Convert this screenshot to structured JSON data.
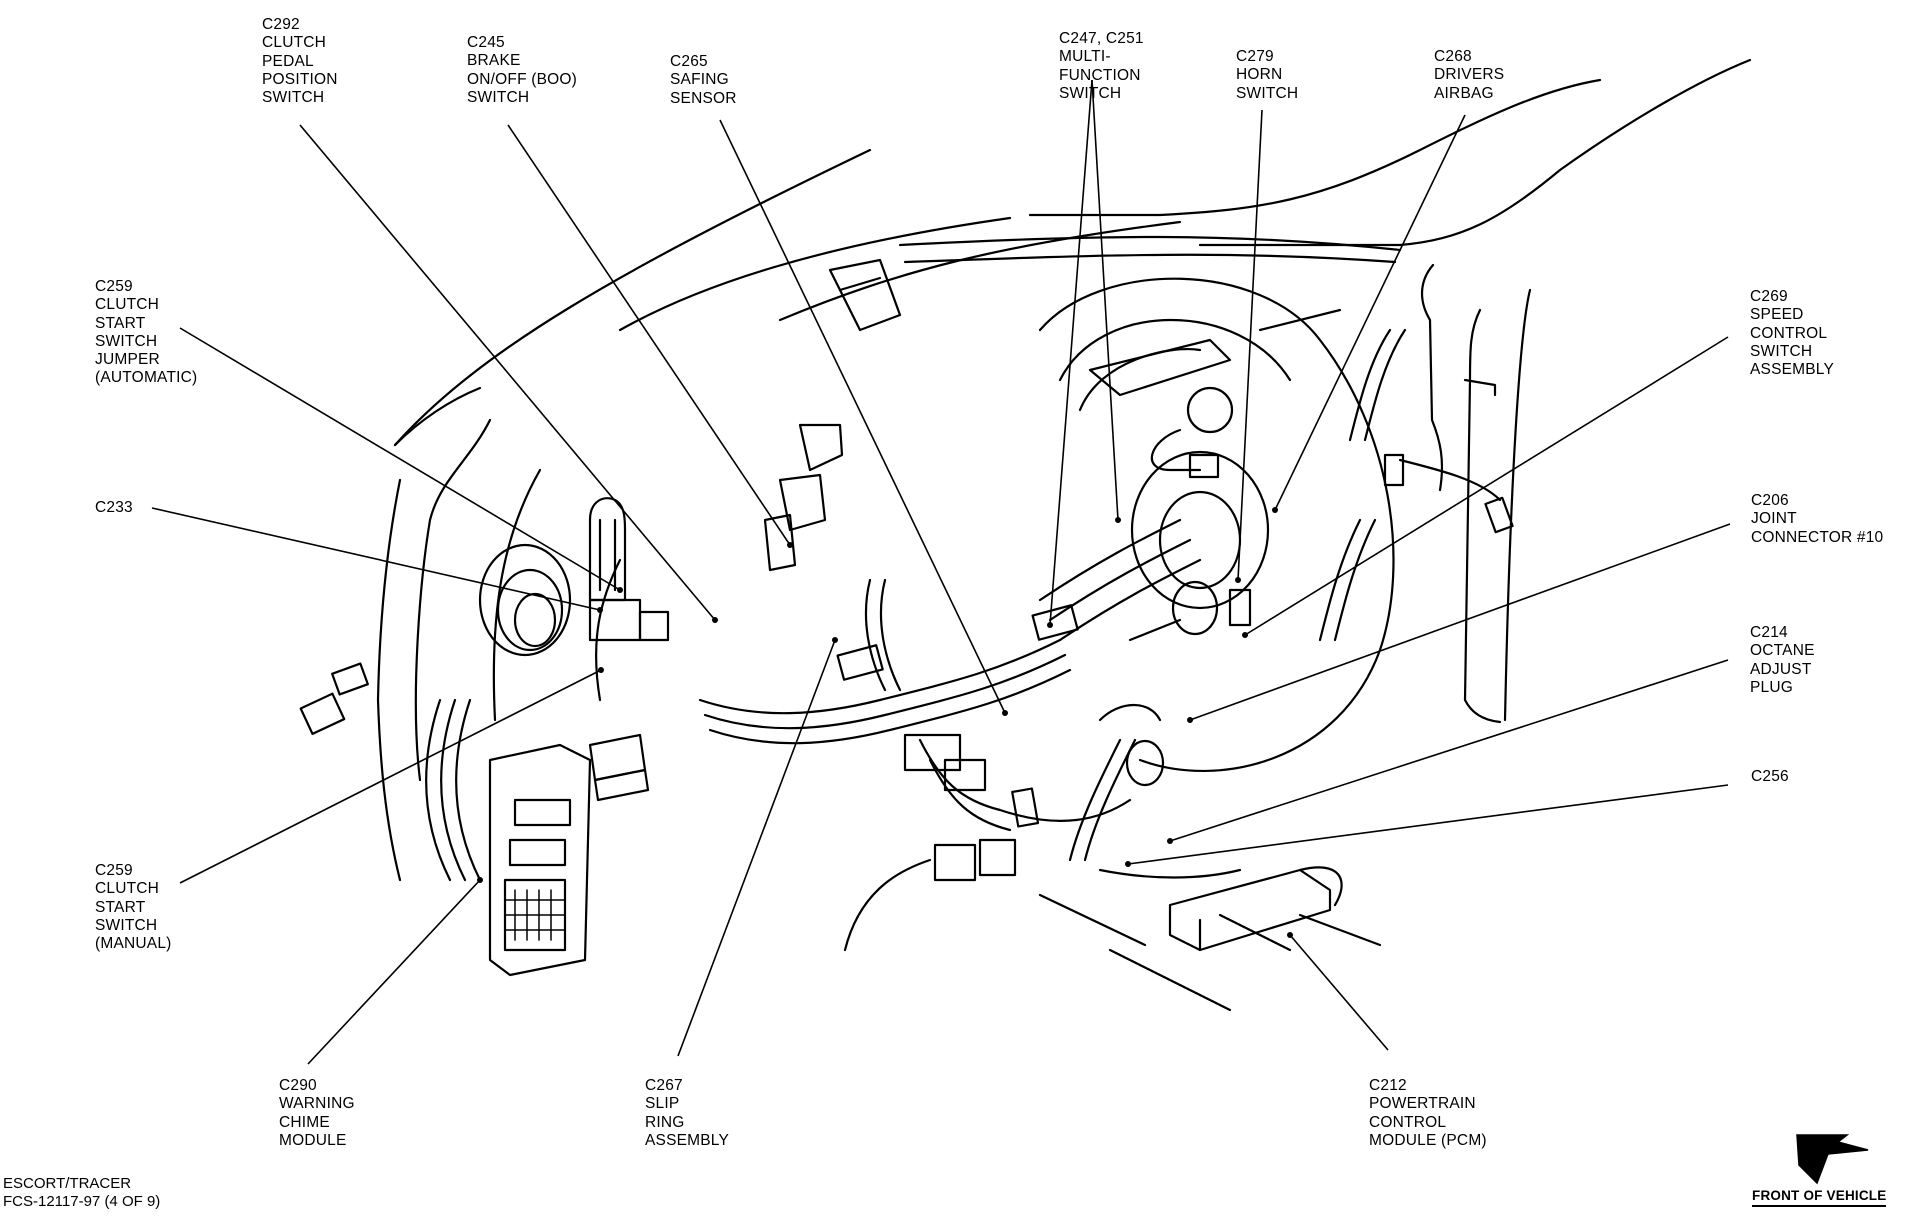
{
  "diagram": {
    "type": "component-location-diagram",
    "subject": "Instrument panel wiring harness connectors",
    "callouts": [
      {
        "id": "C292",
        "lines": [
          "C292",
          "CLUTCH",
          "PEDAL",
          "POSITION",
          "SWITCH"
        ]
      },
      {
        "id": "C245",
        "lines": [
          "C245",
          "BRAKE",
          "ON/OFF (BOO)",
          "SWITCH"
        ]
      },
      {
        "id": "C265",
        "lines": [
          "C265",
          "SAFING",
          "SENSOR"
        ]
      },
      {
        "id": "C247_C251",
        "lines": [
          "C247, C251",
          "MULTI-",
          "FUNCTION",
          "SWITCH"
        ]
      },
      {
        "id": "C279",
        "lines": [
          "C279",
          "HORN",
          "SWITCH"
        ]
      },
      {
        "id": "C268",
        "lines": [
          "C268",
          "DRIVERS",
          "AIRBAG"
        ]
      },
      {
        "id": "C259_AUTO",
        "lines": [
          "C259",
          "CLUTCH",
          "START",
          "SWITCH",
          "JUMPER",
          "(AUTOMATIC)"
        ]
      },
      {
        "id": "C233",
        "lines": [
          "C233"
        ]
      },
      {
        "id": "C269",
        "lines": [
          "C269",
          "SPEED",
          "CONTROL",
          "SWITCH",
          "ASSEMBLY"
        ]
      },
      {
        "id": "C206",
        "lines": [
          "C206",
          "JOINT",
          "CONNECTOR #10"
        ]
      },
      {
        "id": "C214",
        "lines": [
          "C214",
          "OCTANE",
          "ADJUST",
          "PLUG"
        ]
      },
      {
        "id": "C256",
        "lines": [
          "C256"
        ]
      },
      {
        "id": "C259_MAN",
        "lines": [
          "C259",
          "CLUTCH",
          "START",
          "SWITCH",
          "(MANUAL)"
        ]
      },
      {
        "id": "C290",
        "lines": [
          "C290",
          "WARNING",
          "CHIME",
          "MODULE"
        ]
      },
      {
        "id": "C267",
        "lines": [
          "C267",
          "SLIP",
          "RING",
          "ASSEMBLY"
        ]
      },
      {
        "id": "C212",
        "lines": [
          "C212",
          "POWERTRAIN",
          "CONTROL",
          "MODULE (PCM)"
        ]
      }
    ],
    "footer": {
      "model": "ESCORT/TRACER",
      "figure_ref": "FCS-12117-97 (4 OF 9)"
    },
    "orientation": {
      "label": "FRONT OF VEHICLE",
      "icon": "front-arrow-icon"
    }
  }
}
